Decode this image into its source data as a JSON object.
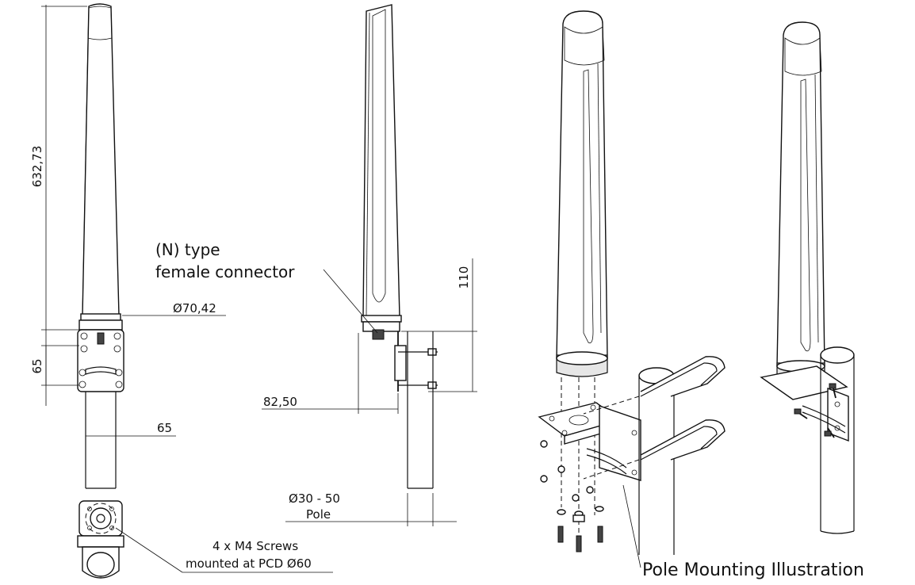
{
  "dimensions": {
    "height_total": "632,73",
    "base_diameter": "70,42",
    "bracket_height": "65",
    "bracket_width": "65",
    "mount_height": "110",
    "offset": "82,50",
    "pole_range": "30 - 50",
    "diameter_symbol": "Ø"
  },
  "labels": {
    "connector_line1": "(N) type",
    "connector_line2": "female connector",
    "pole": "Pole",
    "screws_line1": "4 x M4 Screws",
    "screws_line2": "mounted at PCD",
    "screws_pcd": "60",
    "illustration": "Pole Mounting Illustration"
  }
}
